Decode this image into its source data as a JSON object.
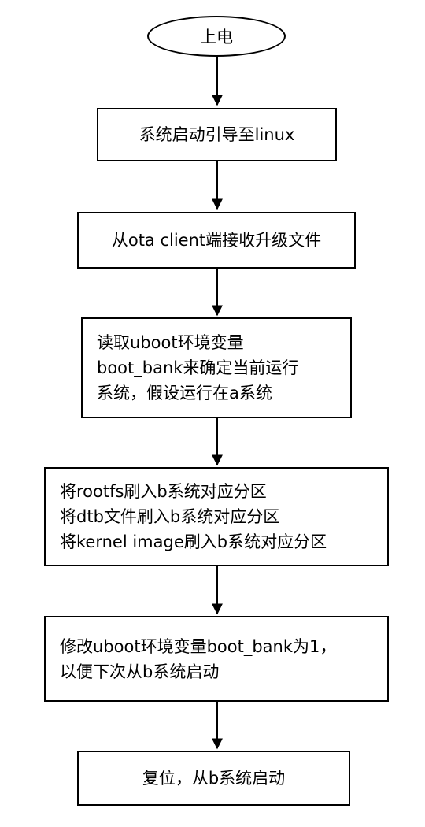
{
  "flowchart": {
    "start": "上电",
    "step1": "系统启动引导至linux",
    "step2": "从ota client端接收升级文件",
    "step3": [
      "读取uboot环境变量",
      "boot_bank来确定当前运行",
      "系统，假设运行在a系统"
    ],
    "step4": [
      "将rootfs刷入b系统对应分区",
      "将dtb文件刷入b系统对应分区",
      "将kernel image刷入b系统对应分区"
    ],
    "step5": [
      "修改uboot环境变量boot_bank为1，",
      "以便下次从b系统启动"
    ],
    "step6": "复位，从b系统启动"
  }
}
